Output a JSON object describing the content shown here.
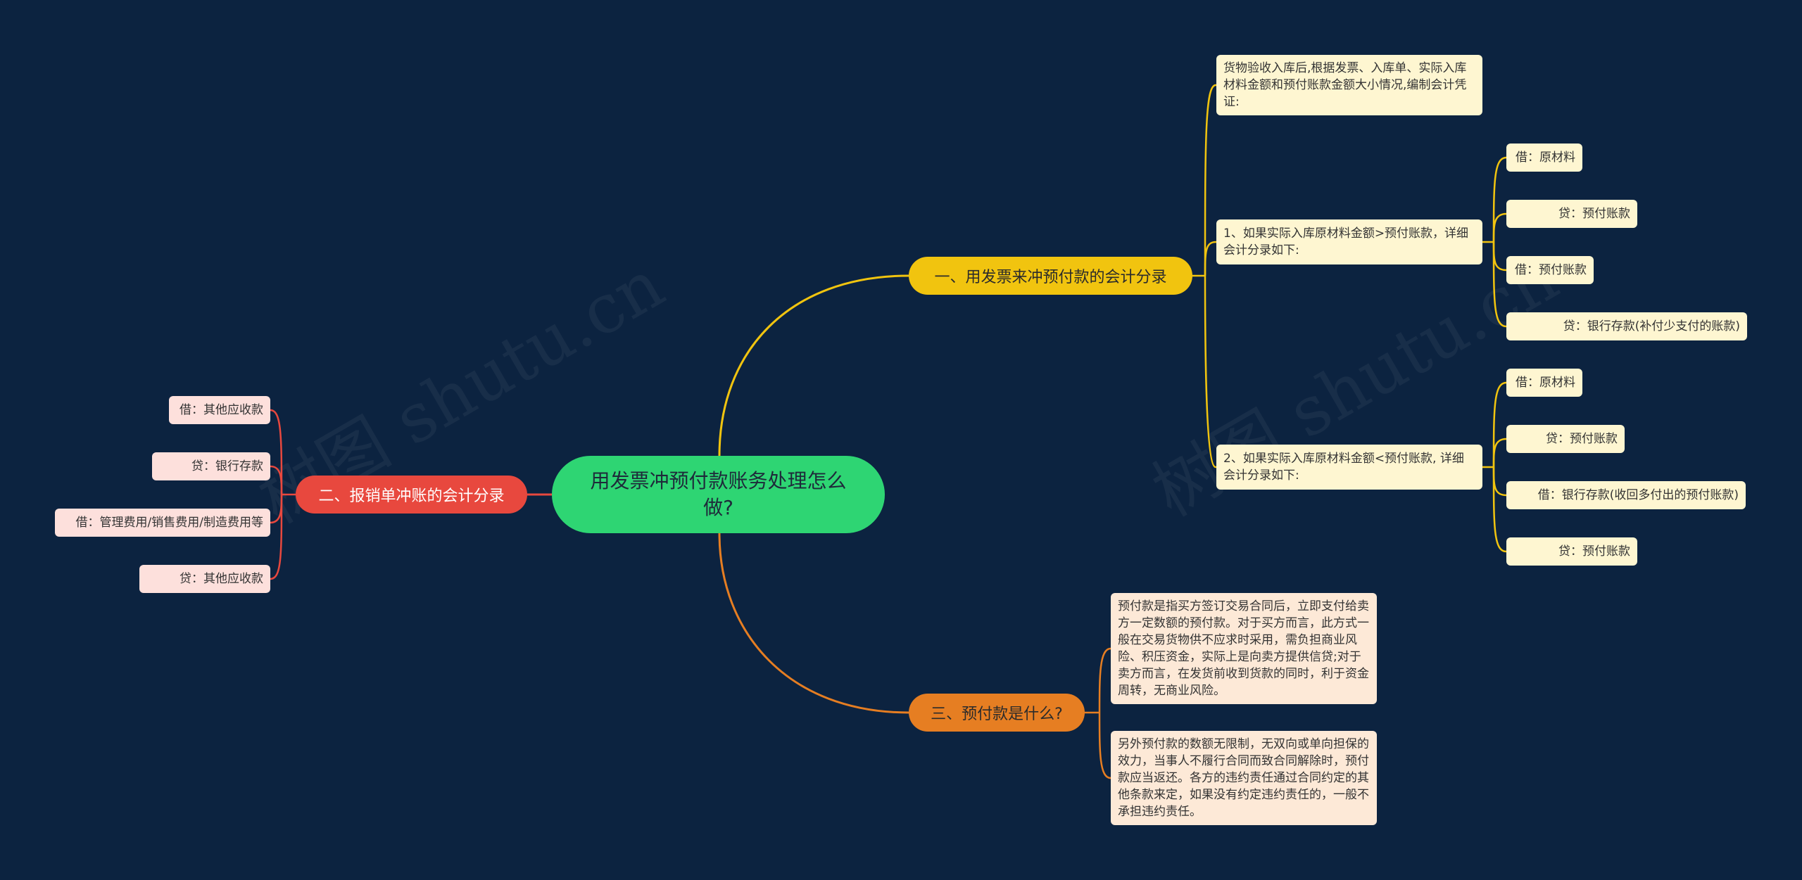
{
  "mindmap": {
    "root": "用发票冲预付款账务处理怎么做?",
    "watermark": "树图 shutu.cn",
    "colors": {
      "background": "#0c2340",
      "root": "#2ed573",
      "branch1": "#f1c40f",
      "branch2": "#e8483e",
      "branch3": "#e67e22"
    },
    "branch1": {
      "label": "一、用发票来冲预付款的会计分录",
      "n1": "货物验收入库后,根据发票、入库单、实际入库材料金额和预付账款金额大小情况,编制会计凭证:",
      "n2": "1、如果实际入库原材料金额>预付账款，详细会计分录如下:",
      "n2_items": [
        "借：原材料",
        "贷：预付账款",
        "借：预付账款",
        "贷：银行存款(补付少支付的账款)"
      ],
      "n3": "2、如果实际入库原材料金额<预付账款, 详细会计分录如下:",
      "n3_items": [
        "借：原材料",
        "贷：预付账款",
        "借：银行存款(收回多付出的预付账款)",
        "贷：预付账款"
      ]
    },
    "branch2": {
      "label": "二、报销单冲账的会计分录",
      "items": [
        "借：其他应收款",
        "贷：银行存款",
        "借：管理费用/销售费用/制造费用等",
        "贷：其他应收款"
      ]
    },
    "branch3": {
      "label": "三、预付款是什么?",
      "p1": "预付款是指买方签订交易合同后，立即支付给卖方一定数额的预付款。对于买方而言，此方式一般在交易货物供不应求时采用，需负担商业风险、积压资金，实际上是向卖方提供信贷;对于卖方而言，在发货前收到货款的同时，利于资金周转，无商业风险。",
      "p2": "另外预付款的数额无限制，无双向或单向担保的效力，当事人不履行合同而致合同解除时，预付款应当返还。各方的违约责任通过合同约定的其他条款来定，如果没有约定违约责任的，一般不承担违约责任。"
    }
  }
}
